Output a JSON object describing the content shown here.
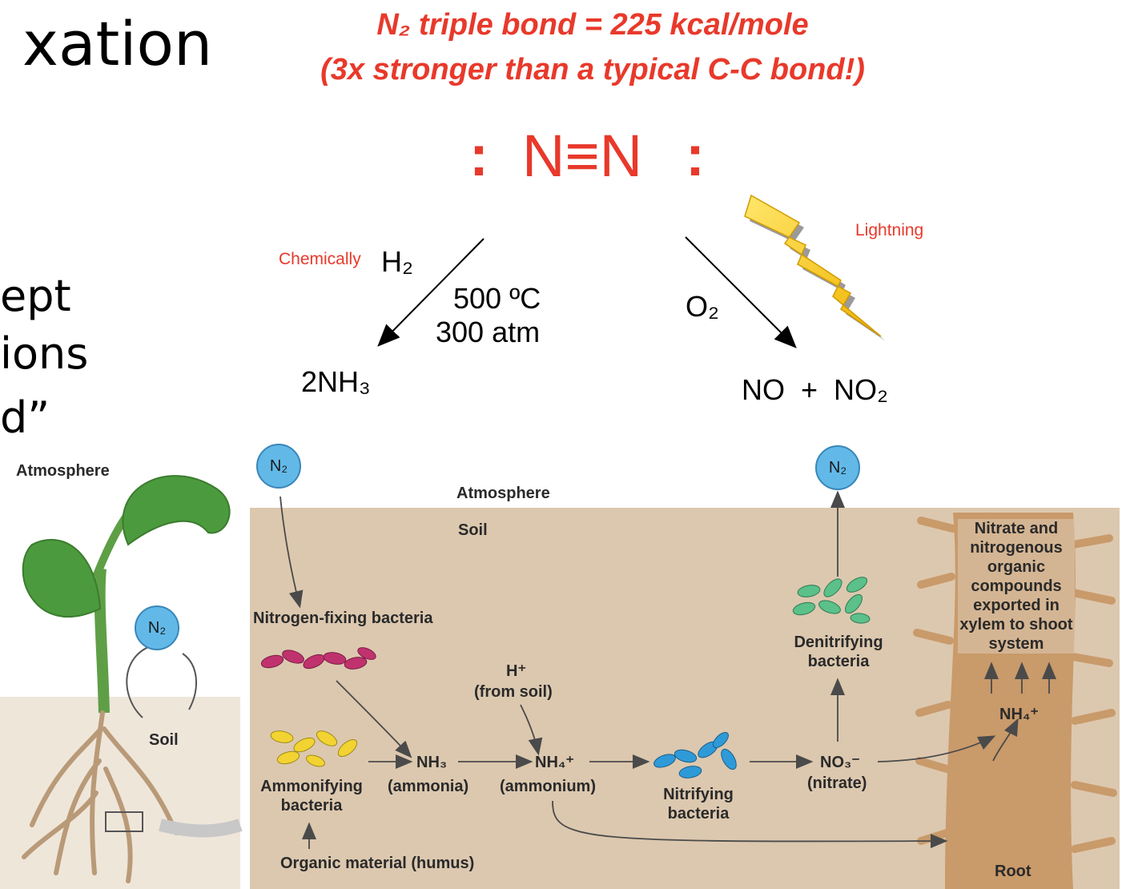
{
  "slide": {
    "title_fragment": "xation",
    "left_fragments": [
      "ept",
      "ions",
      "d”"
    ]
  },
  "header": {
    "line1": "N₂ triple bond = 225 kcal/mole",
    "line2": "(3x stronger than a typical C-C bond!)"
  },
  "formula": {
    "colon_left": ":",
    "n_triple": "N≡N",
    "colon_right": ":",
    "color": "#e8392b"
  },
  "reactions": {
    "chemically_label": "Chemically",
    "h2": "H₂",
    "temp": "500 ºC",
    "pressure": "300 atm",
    "product_left": "2NH₃",
    "o2": "O₂",
    "lightning_label": "Lightning",
    "product_right": "NO  +  NO₂"
  },
  "plant_panel": {
    "atmosphere": "Atmosphere",
    "n2": "N₂",
    "soil": "Soil"
  },
  "cycle_panel": {
    "n2_left": "N₂",
    "n2_right": "N₂",
    "atmosphere": "Atmosphere",
    "soil": "Soil",
    "nitrogen_fixing": "Nitrogen-fixing bacteria",
    "h_plus": "H⁺",
    "from_soil": "(from soil)",
    "nh3": "NH₃",
    "ammonia": "(ammonia)",
    "nh4": "NH₄⁺",
    "ammonium": "(ammonium)",
    "no3": "NO₃⁻",
    "nitrate": "(nitrate)",
    "ammonifying": "Ammonifying bacteria",
    "nitrifying": "Nitrifying bacteria",
    "denitrifying": "Denitrifying bacteria",
    "organic": "Organic material (humus)",
    "exported": "Nitrate and nitrogenous organic compounds exported in xylem to shoot system",
    "nh4_root": "NH₄⁺",
    "root": "Root"
  },
  "colors": {
    "soil_bg": "#dcc8af",
    "root": "#c99a6a",
    "bacteria_pink": "#c0326e",
    "bacteria_yellow": "#f2d332",
    "bacteria_blue": "#2f9ad8",
    "bacteria_green": "#5bc08a",
    "n2_circle": "#62b9e8",
    "leaf": "#4c9a3e"
  }
}
